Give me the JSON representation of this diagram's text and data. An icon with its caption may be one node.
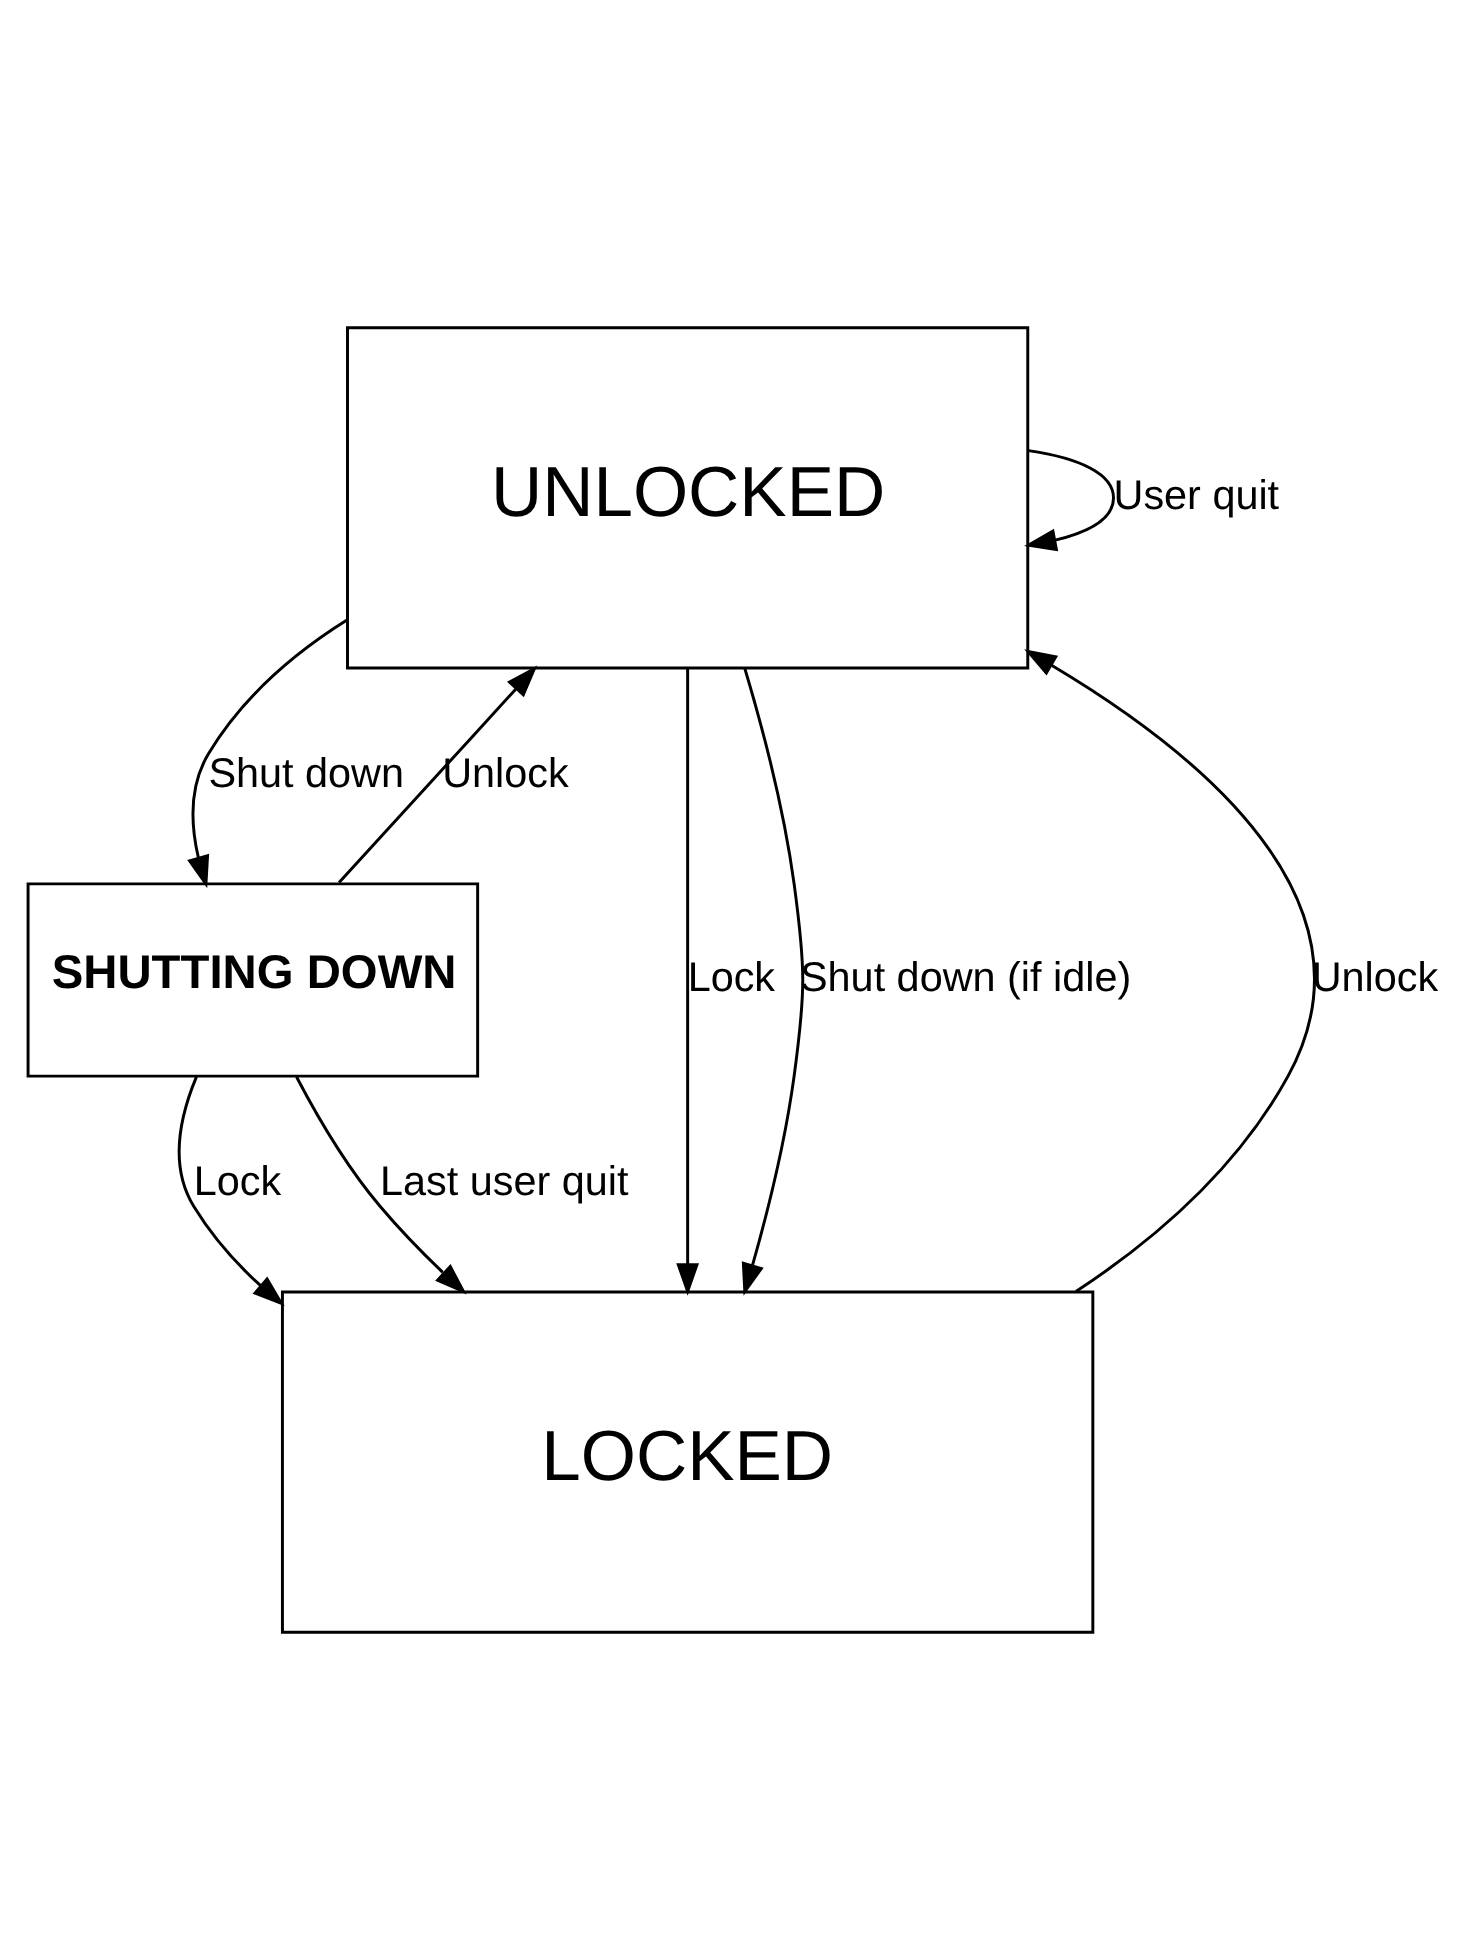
{
  "diagram": {
    "nodes": [
      {
        "text": [
          "UNLOCKED"
        ]
      },
      {
        "text": [
          "SHUTTING DOWN"
        ]
      },
      {
        "text": [
          "LOCKED"
        ]
      }
    ],
    "edges": [
      {
        "from": 2,
        "to": 0,
        "arrow": "to",
        "label": "Unlock"
      },
      {
        "from": 0,
        "to": 2,
        "arrow": "to",
        "label": "Lock"
      },
      {
        "from": 0,
        "to": 2,
        "arrow": "to",
        "label": "Shut down (if idle)"
      },
      {
        "from": 1,
        "to": 0,
        "arrow": "to",
        "label": "Unlock"
      },
      {
        "from": 0,
        "to": 1,
        "arrow": "to",
        "label": "Shut down"
      },
      {
        "from": 1,
        "to": 2,
        "arrow": "to",
        "label": "Lock"
      },
      {
        "from": 1,
        "to": 2,
        "arrow": "to",
        "label": "Last user quit"
      },
      {
        "from": 0,
        "to": 0,
        "arrow": "to",
        "label": "User quit"
      }
    ]
  }
}
